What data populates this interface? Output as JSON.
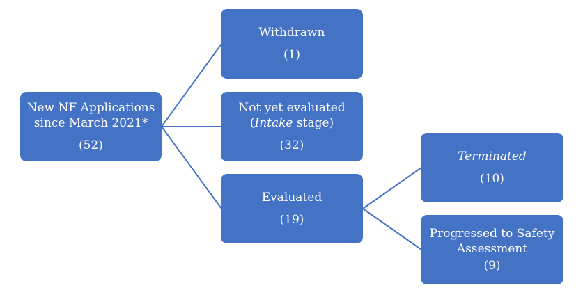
{
  "diagram": {
    "root": {
      "line1": "New NF Applications",
      "line2": "since March 2021*",
      "count": "(52)"
    },
    "withdrawn": {
      "label": "Withdrawn",
      "count": "(1)"
    },
    "not_evaluated": {
      "label": "Not yet evaluated",
      "paren_open": "(",
      "stage_italic": "Intake",
      "stage_rest": " stage)",
      "count": "(32)"
    },
    "evaluated": {
      "label": "Evaluated",
      "count": "(19)"
    },
    "terminated": {
      "label": "Terminated",
      "count": "(10)"
    },
    "progressed": {
      "line1": "Progressed to Safety",
      "line2": "Assessment",
      "count": "(9)"
    },
    "colors": {
      "box_fill": "#4472c4",
      "connector": "#4472c4",
      "text": "#ffffff"
    }
  }
}
